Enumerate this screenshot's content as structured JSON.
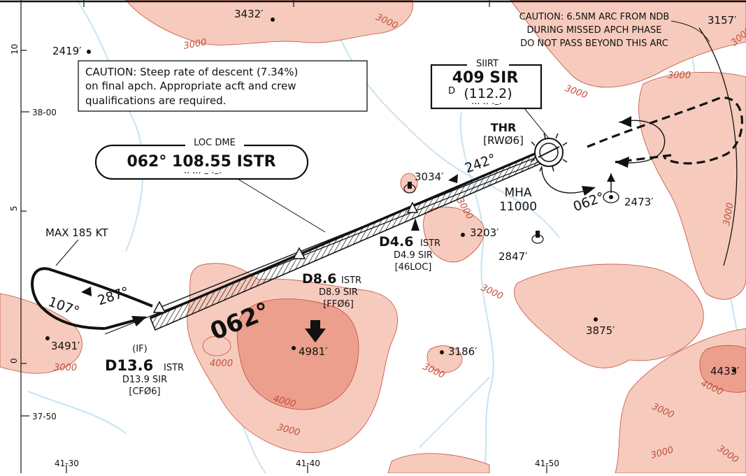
{
  "colors": {
    "terrain_low": "#f6cbbd",
    "terrain_high": "#ec9f8c",
    "contour_text": "#c44d3b",
    "water": "#c8e3f2",
    "ink": "#111111",
    "background": "#ffffff"
  },
  "cautions": {
    "descent": [
      "CAUTION: Steep rate of descent (7.34%)",
      "on final apch. Appropriate acft and crew",
      "qualifications are required."
    ],
    "arc": [
      "CAUTION: 6.5NM ARC FROM NDB",
      "DURING MISSED APCH PHASE",
      "DO NOT PASS BEYOND THIS ARC"
    ]
  },
  "loc_box": {
    "label": "LOC DME",
    "text": "062° 108.55 ISTR",
    "morse": "·· ··· – ·–·"
  },
  "vor_box": {
    "label": "SIIRT",
    "ident": "409 SIR",
    "prefix": "D",
    "freq": "(112.2)",
    "morse": "··· ·· ·–·"
  },
  "threshold": {
    "label": "THR",
    "runway": "[RWØ6]"
  },
  "mha": {
    "label": "MHA",
    "value": "11000"
  },
  "fixes": {
    "d46": {
      "name": "D4.6",
      "sub": "ISTR",
      "line2": "D4.9 SIR",
      "line3": "[46LOC]"
    },
    "d86": {
      "name": "D8.6",
      "sub": "ISTR",
      "line2": "D8.9 SIR",
      "line3": "[FFØ6]"
    },
    "d136": {
      "prefix": "(IF)",
      "name": "D13.6",
      "sub": "ISTR",
      "line2": "D13.9 SIR",
      "line3": "[CFØ6]"
    }
  },
  "course": {
    "final": "062°",
    "outbound": "242°",
    "hold_in": "062°",
    "proc_out": "287°",
    "proc_in": "107°",
    "max_speed": "MAX 185 KT"
  },
  "elevations": [
    "3432′",
    "2419′",
    "3157′",
    "3034′",
    "3203′",
    "2847′",
    "2473′",
    "3875′",
    "3186′",
    "4981′",
    "3491′",
    "4433′"
  ],
  "contours": {
    "c1": "3000",
    "c2": "3000",
    "c3": "3000",
    "c4": "3000",
    "c5": "3000",
    "c6": "3000",
    "c7": "4000",
    "c8": "4000",
    "c9": "3000",
    "c10": "3000",
    "c11": "3000",
    "c12": "3000",
    "c13": "4000",
    "c14": "3000",
    "c15": "3000",
    "c16": "3000",
    "c17": "3000"
  },
  "grid": {
    "ticks_left": [
      "10",
      "5",
      "0"
    ],
    "lat": [
      "38-00",
      "37-50"
    ],
    "lon": [
      "41-30",
      "41-40",
      "41-50"
    ]
  }
}
